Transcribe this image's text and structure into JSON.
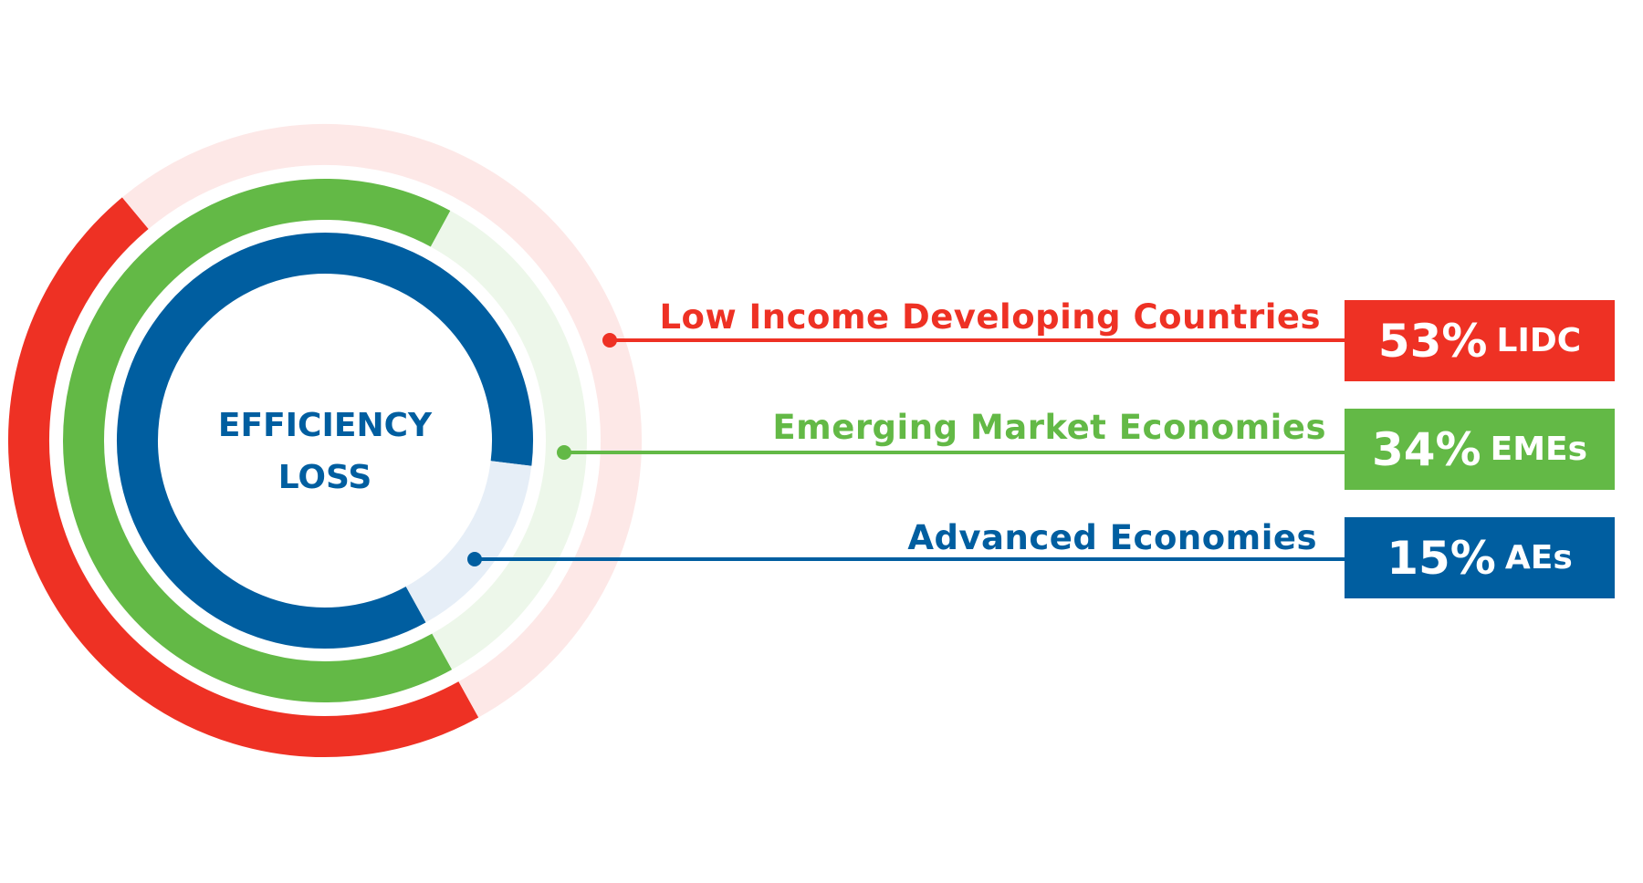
{
  "chart_data": {
    "type": "pie",
    "subtype": "concentric-ring-gauge",
    "title": "EFFICIENCY LOSS",
    "title_lines": [
      "EFFICIENCY",
      "LOSS"
    ],
    "series": [
      {
        "name": "Low Income Developing Countries",
        "abbr": "LIDC",
        "value": 53,
        "value_label": "53%",
        "color": "#ee3124",
        "pale": "#fde8e7"
      },
      {
        "name": "Emerging Market Economies",
        "abbr": "EMEs",
        "value": 34,
        "value_label": "34%",
        "color": "#63b946",
        "pale": "#edf7ea"
      },
      {
        "name": "Advanced Economies",
        "abbr": "AEs",
        "value": 15,
        "value_label": "15%",
        "color": "#005ea0",
        "pale": "#e6eef7"
      }
    ],
    "unit": "percent"
  }
}
